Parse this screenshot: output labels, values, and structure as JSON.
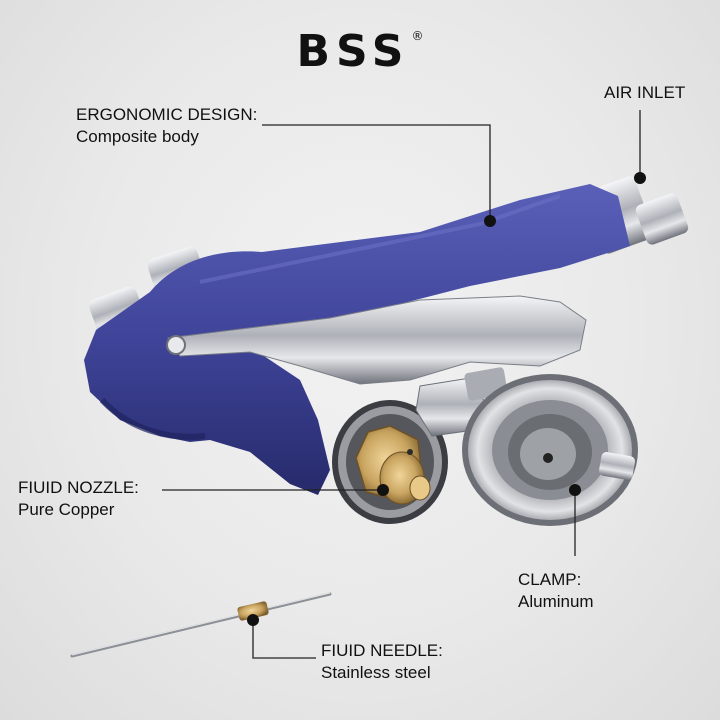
{
  "brand": {
    "name": "BSS",
    "mark": "®"
  },
  "callouts": {
    "ergonomic": {
      "title": "ERGONOMIC DESIGN:",
      "desc": "Composite body"
    },
    "air_inlet": {
      "title": "AIR INLET"
    },
    "nozzle": {
      "title": "FIUID NOZZLE:",
      "desc": "Pure Copper"
    },
    "clamp": {
      "title": "CLAMP:",
      "desc": "Aluminum"
    },
    "needle": {
      "title": "FIUID NEEDLE:",
      "desc": "Stainless steel"
    }
  },
  "colors": {
    "body_blue": "#3f4499",
    "body_blue_dark": "#2b2f76",
    "chrome": "#c9cbd0",
    "brass": "#c9a460",
    "leader": "#222222"
  }
}
